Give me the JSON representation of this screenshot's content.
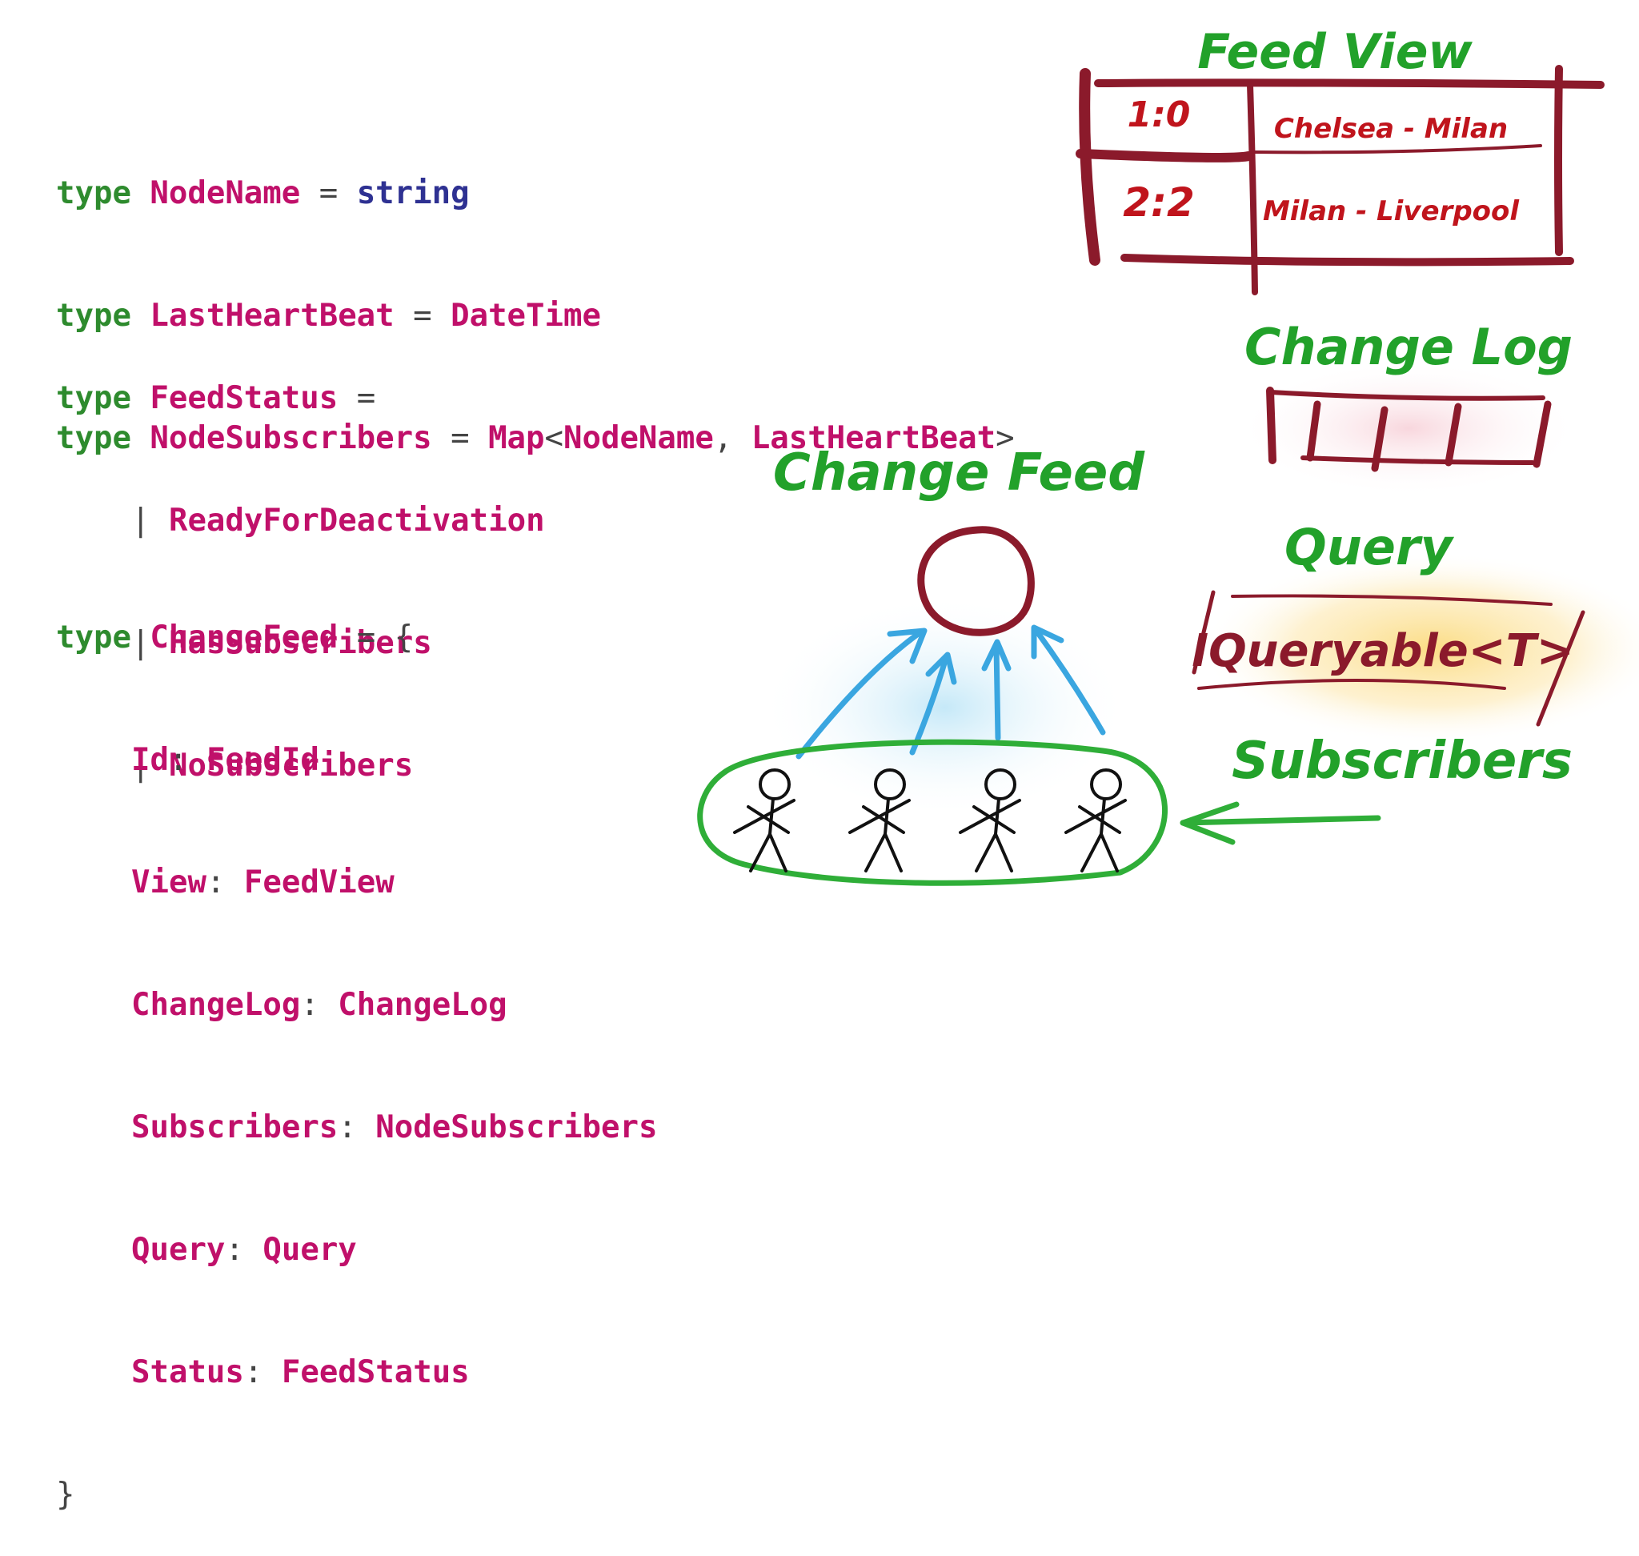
{
  "code": {
    "block1": [
      {
        "kw": "type",
        "name": "NodeName",
        "op": "=",
        "value": "string"
      },
      {
        "kw": "type",
        "name": "LastHeartBeat",
        "op": "=",
        "value": "DateTime"
      },
      {
        "kw": "type",
        "name": "NodeSubscribers",
        "op": "=",
        "map": "Map",
        "lt": "<",
        "arg1": "NodeName",
        "comma": ",",
        "arg2": "LastHeartBeat",
        "gt": ">"
      }
    ],
    "block2": {
      "kw": "type",
      "name": "FeedStatus",
      "op": "=",
      "pipe": "|",
      "cases": [
        "ReadyForDeactivation",
        "HasSubscribers",
        "NoSubscribers"
      ]
    },
    "block3": {
      "kw": "type",
      "name": "ChangeFeed",
      "op": "=",
      "open": "{",
      "fields": [
        {
          "field": "Id",
          "colon": ":",
          "type": "FeedId"
        },
        {
          "field": "View",
          "colon": ":",
          "type": "FeedView"
        },
        {
          "field": "ChangeLog",
          "colon": ":",
          "type": "ChangeLog"
        },
        {
          "field": "Subscribers",
          "colon": ":",
          "type": "NodeSubscribers"
        },
        {
          "field": "Query",
          "colon": ":",
          "type": "Query"
        },
        {
          "field": "Status",
          "colon": ":",
          "type": "FeedStatus"
        }
      ],
      "close": "}"
    }
  },
  "diagram": {
    "feed_view_title": "Feed View",
    "feed_view_rows": [
      {
        "score": "1:0",
        "match": "Chelsea - Milan"
      },
      {
        "score": "2:2",
        "match": "Milan - Liverpool"
      }
    ],
    "change_log_title": "Change Log",
    "change_feed_title": "Change Feed",
    "query_title": "Query",
    "query_text": "IQueryable<T>",
    "subscribers_title": "Subscribers"
  },
  "colors": {
    "keyword": "#2e8b2e",
    "type": "#c0106a",
    "builtin": "#2e3192",
    "hand_green": "#22a12a",
    "dark_red": "#8b1a2b",
    "score_red": "#c0141c",
    "arrow_blue": "#3aa6e0"
  },
  "icons": [
    "stick-figure-icon",
    "arrow-icon",
    "circle-icon"
  ]
}
